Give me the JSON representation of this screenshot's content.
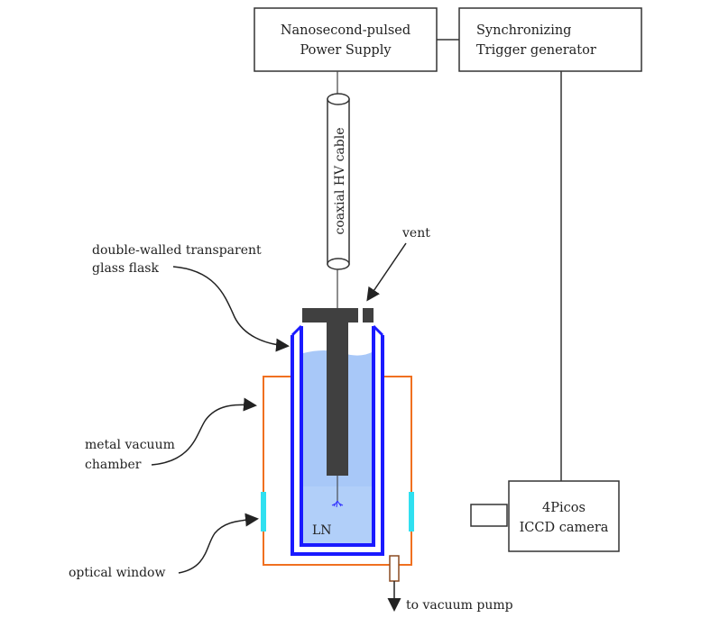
{
  "boxes": {
    "power_supply": [
      "Nanosecond-pulsed",
      "Power Supply"
    ],
    "trigger": [
      "Synchronizing",
      "Trigger generator"
    ],
    "camera": [
      "4Picos",
      "ICCD camera"
    ]
  },
  "labels": {
    "cable": "coaxial HV cable",
    "vent": "vent",
    "flask": [
      "double-walled transparent",
      "glass flask"
    ],
    "chamber": [
      "metal vacuum",
      "chamber"
    ],
    "window": "optical window",
    "ln": "LN",
    "pump": "to vacuum pump"
  },
  "colors": {
    "flask_wall": "#1a1aff",
    "liquid": "#a8c8f8",
    "chamber": "#f07020",
    "window": "#30e0f0",
    "electrode": "#404040"
  }
}
